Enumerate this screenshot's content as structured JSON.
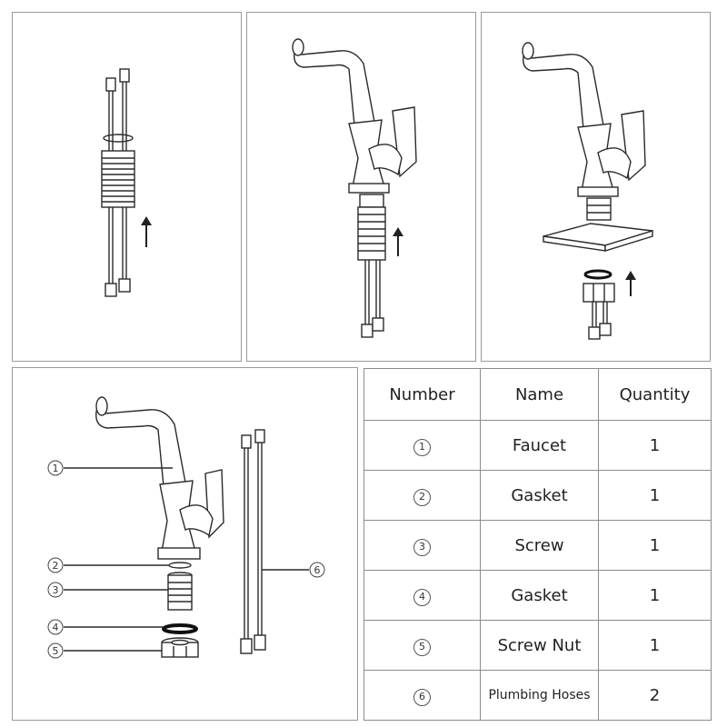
{
  "table": {
    "headers": {
      "number": "Number",
      "name": "Name",
      "quantity": "Quantity"
    },
    "rows": [
      {
        "number": "1",
        "name": "Faucet",
        "quantity": "1"
      },
      {
        "number": "2",
        "name": "Gasket",
        "quantity": "1"
      },
      {
        "number": "3",
        "name": "Screw",
        "quantity": "1"
      },
      {
        "number": "4",
        "name": "Gasket",
        "quantity": "1"
      },
      {
        "number": "5",
        "name": "Screw Nut",
        "quantity": "1"
      },
      {
        "number": "6",
        "name": "Plumbing Hoses",
        "quantity": "2"
      }
    ]
  },
  "callouts": [
    "1",
    "2",
    "3",
    "4",
    "5",
    "6"
  ]
}
